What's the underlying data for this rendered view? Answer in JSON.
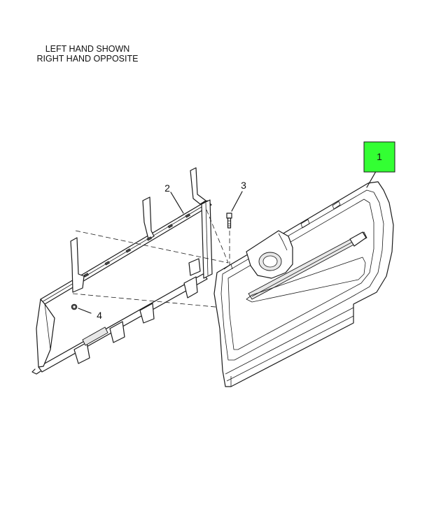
{
  "note": {
    "line1": "LEFT HAND SHOWN",
    "line2": "RIGHT HAND OPPOSITE"
  },
  "callouts": [
    {
      "id": "1",
      "label": "1",
      "highlighted": true
    },
    {
      "id": "2",
      "label": "2",
      "highlighted": false
    },
    {
      "id": "3",
      "label": "3",
      "highlighted": false
    },
    {
      "id": "4",
      "label": "4",
      "highlighted": false
    }
  ],
  "colors": {
    "highlight": "#33ff33",
    "line": "#1a1a1a"
  }
}
